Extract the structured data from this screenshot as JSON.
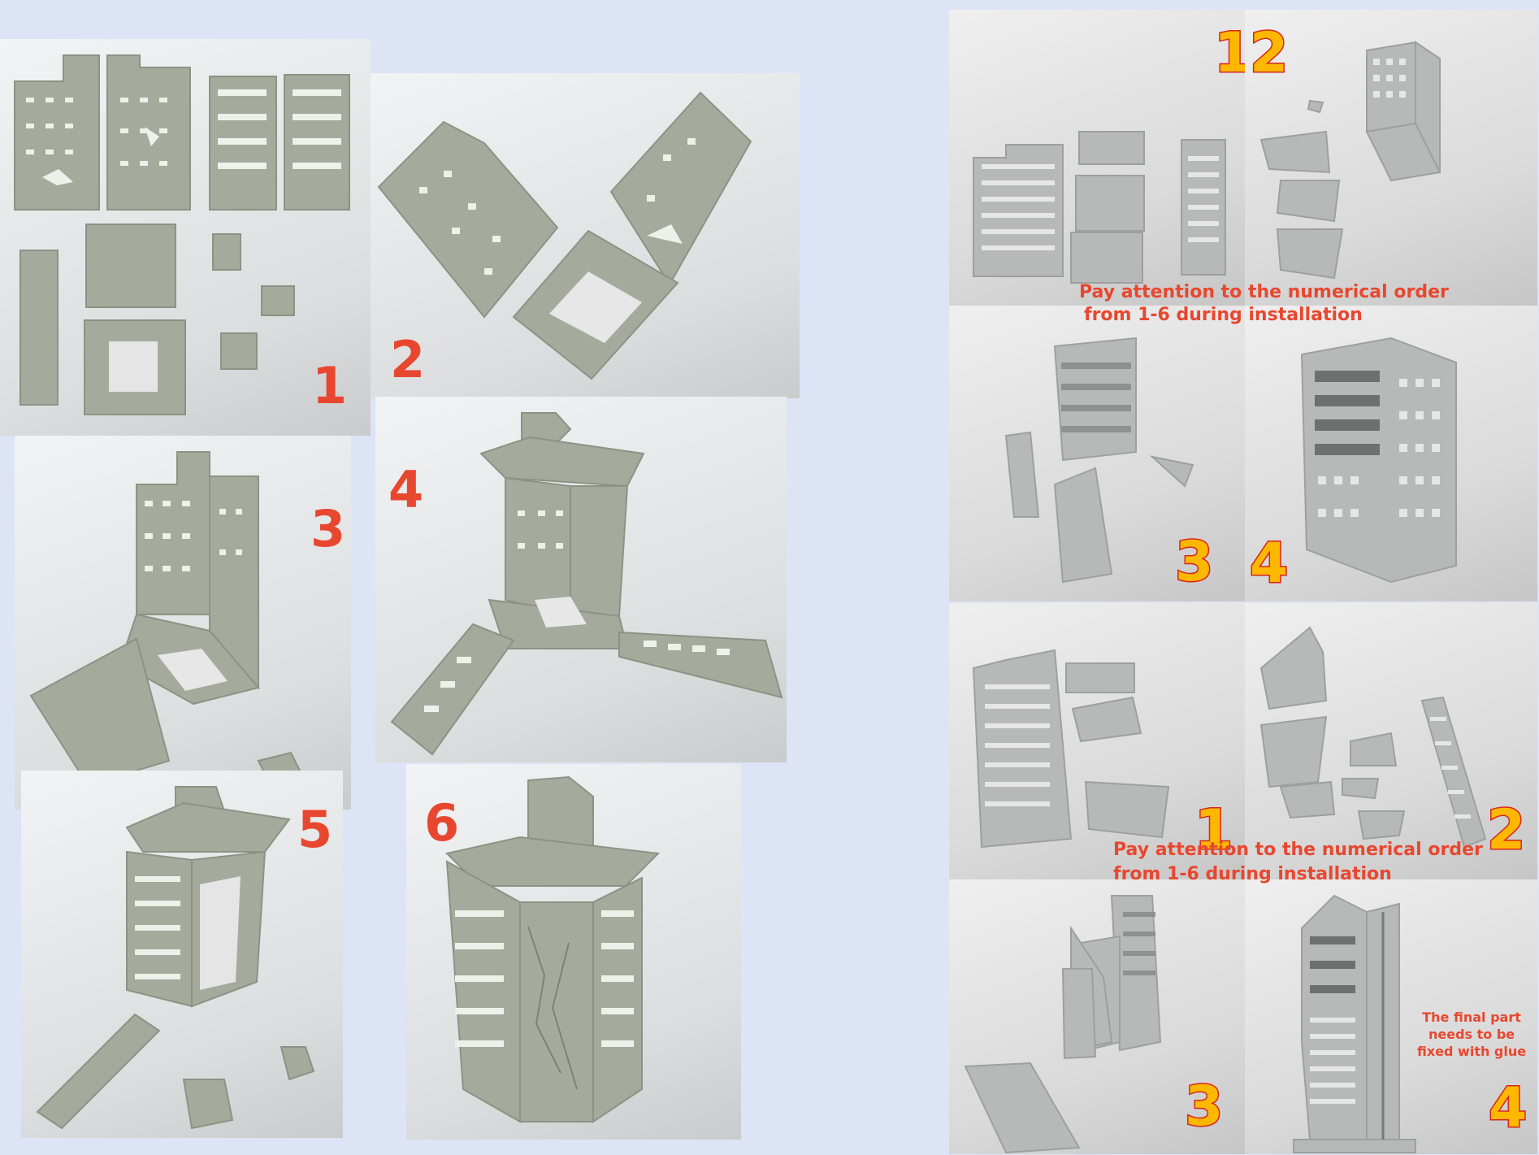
{
  "left_steps": [
    "1",
    "2",
    "3",
    "4",
    "5",
    "6"
  ],
  "right_top": {
    "step_labels": [
      "1",
      "2",
      "3",
      "4"
    ],
    "note_line1": "Pay attention to the numerical order",
    "note_line2": "from 1-6 during installation"
  },
  "right_bottom": {
    "step_labels": [
      "1",
      "2",
      "3",
      "4"
    ],
    "note_line1": "Pay attention to the numerical order",
    "note_line2": "from 1-6 during installation",
    "glue_note": [
      "The final part",
      "needs to be",
      "fixed with glue"
    ]
  },
  "colors": {
    "background": "#dde4f6",
    "step_red": "#e8472f",
    "step_gold_fill": "#ffb800",
    "step_gold_outline": "#d8261a",
    "model_grey_green": "#a6aa9c",
    "model_light_grey": "#b7b9b8"
  }
}
